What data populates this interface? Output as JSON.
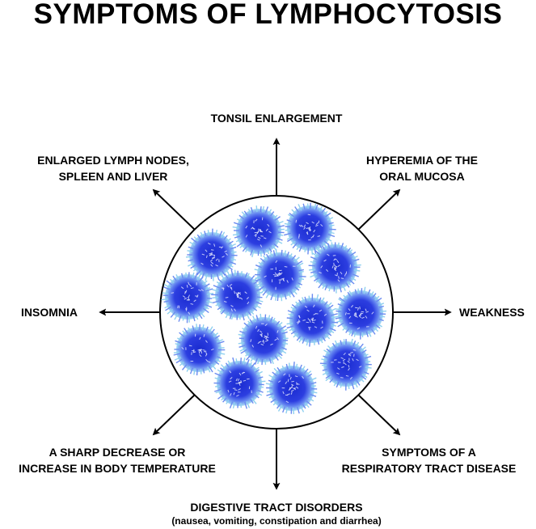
{
  "title": "SYMPTOMS OF LYMPHOCYTOSIS",
  "colors": {
    "cell_core": "#1d2fd8",
    "cell_mid": "#4e5ee8",
    "cell_fringe": "#8fd0ef",
    "outline": "#000000"
  },
  "symptoms": {
    "top": {
      "line1": "TONSIL ENLARGEMENT"
    },
    "top_left": {
      "line1": "ENLARGED LYMPH NODES,",
      "line2": "SPLEEN AND LIVER"
    },
    "top_right": {
      "line1": "HYPEREMIA OF THE",
      "line2": "ORAL MUCOSA"
    },
    "left": {
      "line1": "INSOMNIA"
    },
    "right": {
      "line1": "WEAKNESS"
    },
    "bottom_left": {
      "line1": "A SHARP DECREASE OR",
      "line2": "INCREASE IN BODY TEMPERATURE"
    },
    "bottom_right": {
      "line1": "SYMPTOMS OF A",
      "line2": "RESPIRATORY TRACT DISEASE"
    },
    "bottom": {
      "line1": "DIGESTIVE TRACT DISORDERS",
      "line2": "(nausea, vomiting, constipation and diarrhea)"
    }
  }
}
